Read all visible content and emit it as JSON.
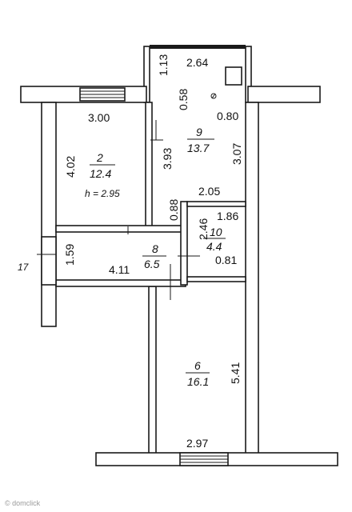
{
  "plan": {
    "label_17": "17",
    "watermark": "© domclick",
    "rooms": [
      {
        "id": "2",
        "area": "12.4",
        "height": "h = 2.95"
      },
      {
        "id": "9",
        "area": "13.7"
      },
      {
        "id": "10",
        "area": "4.4"
      },
      {
        "id": "8",
        "area": "6.5"
      },
      {
        "id": "6",
        "area": "16.1"
      }
    ],
    "dims": {
      "d264": "2.64",
      "d113": "1.13",
      "d058": "0.58",
      "d300": "3.00",
      "d080": "0.80",
      "d402": "4.02",
      "d393": "3.93",
      "d307": "3.07",
      "d205": "2.05",
      "d088": "0.88",
      "d186": "1.86",
      "d246": "2.46",
      "d159": "1.59",
      "d411": "4.11",
      "d081": "0.81",
      "d541": "5.41",
      "d297": "2.97"
    }
  }
}
